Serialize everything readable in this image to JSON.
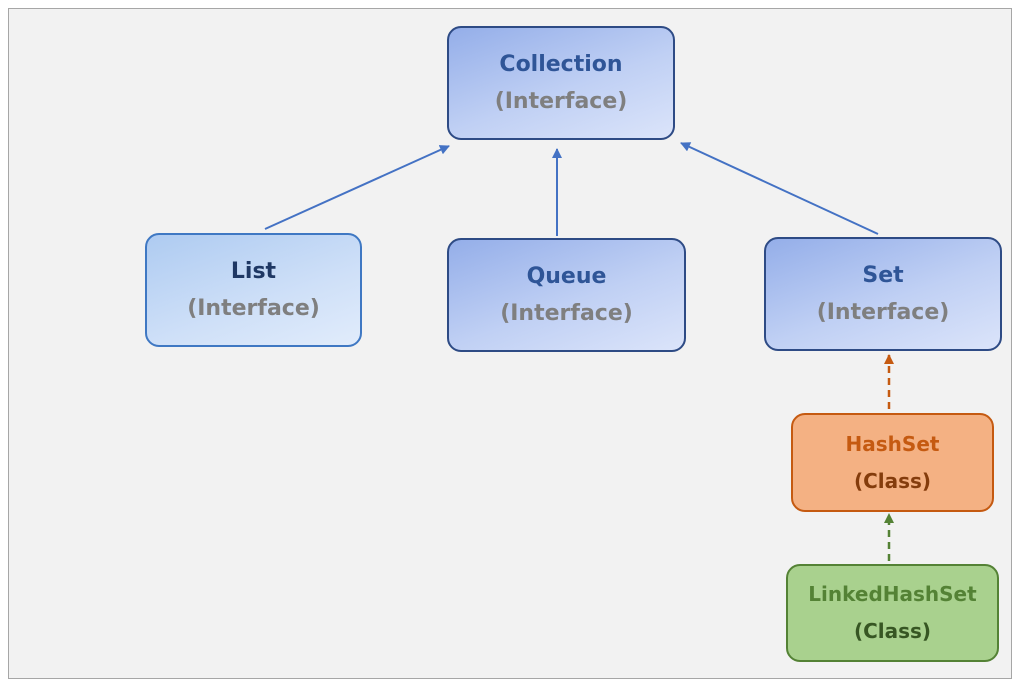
{
  "nodes": {
    "collection": {
      "name": "Collection",
      "kind": "(Interface)"
    },
    "list": {
      "name": "List",
      "kind": "(Interface)"
    },
    "queue": {
      "name": "Queue",
      "kind": "(Interface)"
    },
    "set": {
      "name": "Set",
      "kind": "(Interface)"
    },
    "hashset": {
      "name": "HashSet",
      "kind": "(Class)"
    },
    "linkedhashset": {
      "name": "LinkedHashSet",
      "kind": "(Class)"
    }
  },
  "edges": [
    {
      "from": "List",
      "to": "Collection",
      "style": "solid"
    },
    {
      "from": "Queue",
      "to": "Collection",
      "style": "solid"
    },
    {
      "from": "Set",
      "to": "Collection",
      "style": "solid"
    },
    {
      "from": "HashSet",
      "to": "Set",
      "style": "dashed"
    },
    {
      "from": "LinkedHashSet",
      "to": "HashSet",
      "style": "dashed"
    }
  ],
  "colors": {
    "interface_border": "#2e4b85",
    "interface_text": "#2f5597",
    "kind_text": "#7f7f7f",
    "solid_arrow": "#4472c4",
    "hashset_fill": "#f4b183",
    "hashset_arrow": "#c55a11",
    "linkedhashset_fill": "#a9d18e",
    "linkedhashset_arrow": "#548235"
  }
}
